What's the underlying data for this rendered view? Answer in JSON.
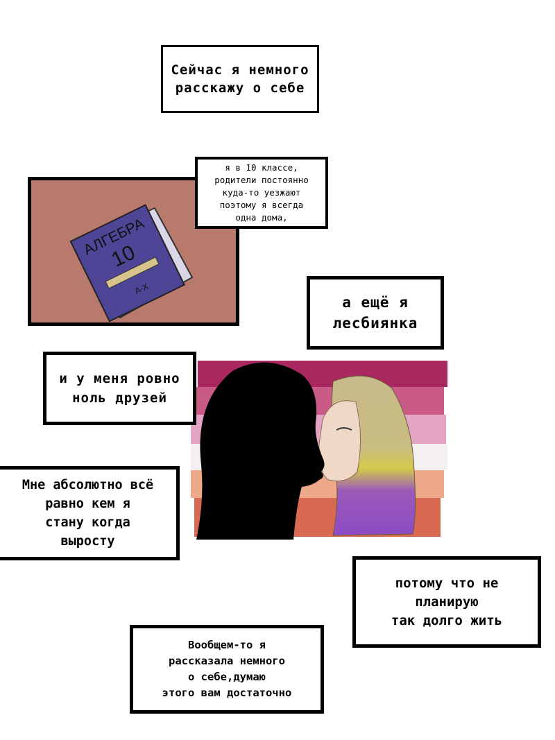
{
  "captions": {
    "intro": [
      "Сейчас я немного",
      "расскажу о себе"
    ],
    "class": [
      "я в 10 классе,",
      "родители постоянно",
      "куда-то уезжают",
      "поэтому я всегда",
      "одна дома,"
    ],
    "lesbian": [
      "а ещё я",
      "лесбиянка"
    ],
    "friends": [
      "и у меня ровно",
      "ноль друзей"
    ],
    "future": [
      "Мне абсолютно всё",
      "равно кем я",
      "стану когда",
      "выросту"
    ],
    "live": [
      "потому что не",
      "планирую",
      "так долго жить"
    ],
    "ending": [
      "Вообщем-то я",
      "рассказала немного",
      "о себе,думаю",
      "этого вам достаточно"
    ]
  },
  "book": {
    "title": "АЛГЕБРА",
    "number": "10",
    "signature": "А-Х"
  },
  "colors": {
    "book_panel_bg": "#b87a6c",
    "book_cover": "#4e4596",
    "flag_stripes": [
      "#a8285f",
      "#c95b86",
      "#e4a5c4",
      "#f4f0f2",
      "#eea98a",
      "#d96a52"
    ],
    "hair_top": "#c8b98a",
    "hair_mid": "#d4c94a",
    "hair_bottom": "#8d4bc4"
  }
}
